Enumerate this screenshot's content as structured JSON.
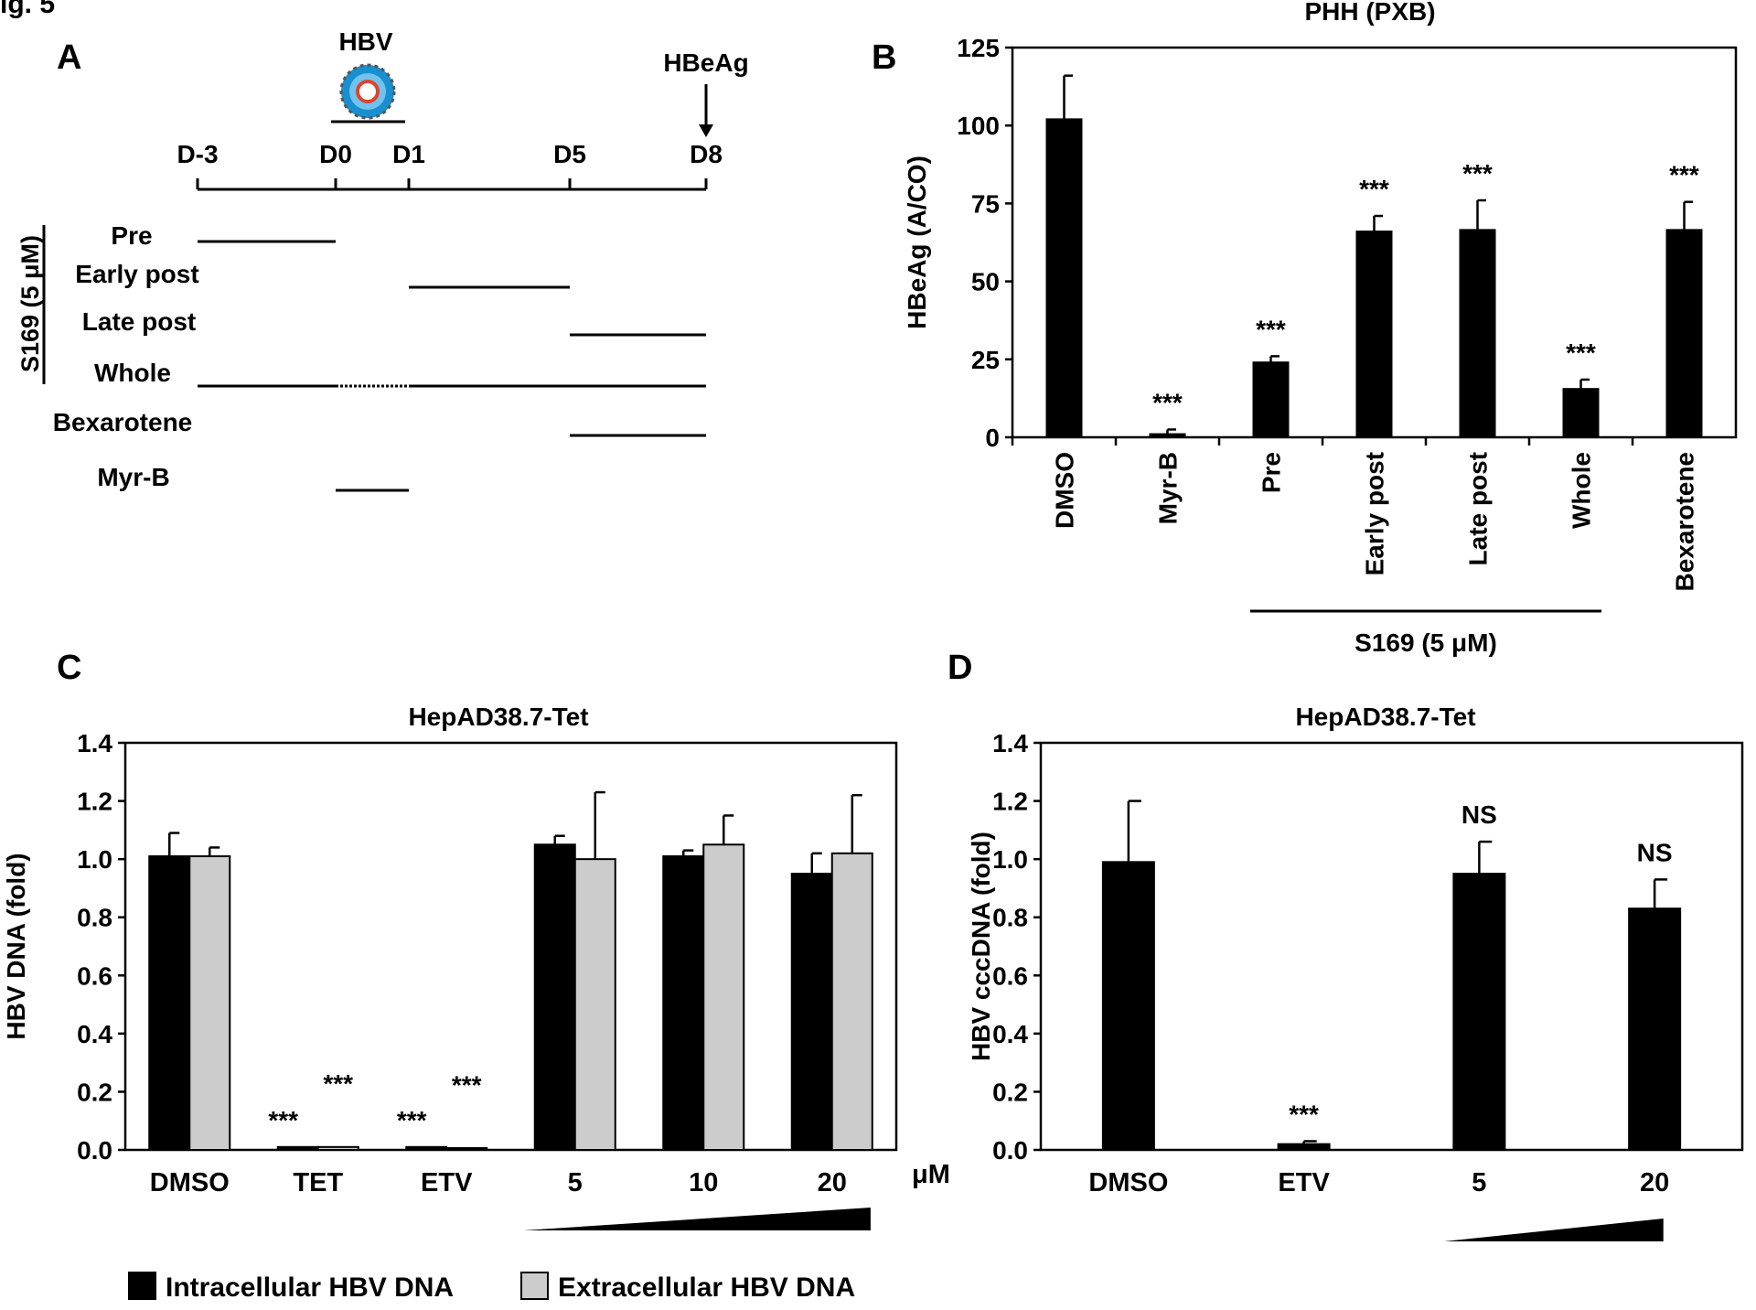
{
  "figure": {
    "title": "ig. 5"
  },
  "colors": {
    "bar_dark": "#000000",
    "bar_light": "#cccccc",
    "axis": "#000000"
  },
  "panelA": {
    "letter": "A",
    "virus_label": "HBV",
    "virus_icon": "virus-particle-icon",
    "readout_label": "HBeAg",
    "days": [
      "D-3",
      "D0",
      "D1",
      "D5",
      "D8"
    ],
    "group_label": "S169 (5 μM)",
    "rows": [
      {
        "label": "Pre",
        "segments": [
          [
            "D-3",
            "D0"
          ]
        ]
      },
      {
        "label": "Early post",
        "segments": [
          [
            "D1",
            "D5"
          ]
        ]
      },
      {
        "label": "Late post",
        "segments": [
          [
            "D5",
            "D8"
          ]
        ]
      },
      {
        "label": "Whole",
        "segments": [
          [
            "D-3",
            "D0"
          ],
          [
            "D1",
            "D8"
          ]
        ],
        "dotted": [
          [
            "D0",
            "D1"
          ]
        ]
      },
      {
        "label": "Bexarotene",
        "segments": [
          [
            "D5",
            "D8"
          ]
        ]
      },
      {
        "label": "Myr-B",
        "segments": [
          [
            "D0",
            "D1"
          ]
        ]
      }
    ]
  },
  "chart_data": [
    {
      "panel": "B",
      "type": "bar",
      "title": "PHH (PXB)",
      "ylabel": "HBeAg (A/CO)",
      "ylim": [
        0,
        125
      ],
      "yticks": [
        "0",
        "25",
        "50",
        "75",
        "100",
        "125"
      ],
      "categories": [
        "DMSO",
        "Myr-B",
        "Pre",
        "Early post",
        "Late post",
        "Whole",
        "Bexarotene"
      ],
      "series": [
        {
          "values": [
            102,
            1,
            24,
            66,
            66.5,
            15.5,
            66.5
          ],
          "errors": [
            14,
            1.5,
            2,
            5,
            9.5,
            3,
            9
          ]
        }
      ],
      "annotations": [
        "",
        "***",
        "***",
        "***",
        "***",
        "***",
        "***"
      ],
      "group_label": "S169 (5 μM)"
    },
    {
      "panel": "C",
      "type": "bar",
      "title": "HepAD38.7-Tet",
      "ylabel": "HBV DNA (fold)",
      "ylim": [
        0,
        1.4
      ],
      "yticks": [
        "0.0",
        "0.2",
        "0.4",
        "0.6",
        "0.8",
        "1.0",
        "1.2",
        "1.4"
      ],
      "categories": [
        "DMSO",
        "TET",
        "ETV",
        "5",
        "10",
        "20"
      ],
      "unit": "μM",
      "series": [
        {
          "name": "Intracellular HBV DNA",
          "values": [
            1.01,
            0.01,
            0.01,
            1.05,
            1.01,
            0.95
          ],
          "errors": [
            0.08,
            0,
            0,
            0.03,
            0.02,
            0.07
          ]
        },
        {
          "name": "Extracellular HBV DNA",
          "values": [
            1.01,
            0.01,
            0.005,
            1.0,
            1.05,
            1.02
          ],
          "errors": [
            0.03,
            0,
            0,
            0.23,
            0.1,
            0.2
          ]
        }
      ],
      "annotations": [
        [
          "",
          "***",
          "***",
          "",
          "",
          ""
        ],
        [
          "",
          "***",
          "***",
          "",
          "",
          ""
        ]
      ],
      "legend": [
        "Intracellular HBV DNA",
        "Extracellular HBV DNA"
      ]
    },
    {
      "panel": "D",
      "type": "bar",
      "title": "HepAD38.7-Tet",
      "ylabel": "HBV cccDNA (fold)",
      "ylim": [
        0,
        1.4
      ],
      "yticks": [
        "0.0",
        "0.2",
        "0.4",
        "0.6",
        "0.8",
        "1.0",
        "1.2",
        "1.4"
      ],
      "categories": [
        "DMSO",
        "ETV",
        "5",
        "20"
      ],
      "unit": "μM",
      "series": [
        {
          "values": [
            0.99,
            0.02,
            0.95,
            0.83
          ],
          "errors": [
            0.21,
            0.01,
            0.11,
            0.1
          ]
        }
      ],
      "annotations": [
        "",
        "***",
        "NS",
        "NS"
      ]
    }
  ]
}
